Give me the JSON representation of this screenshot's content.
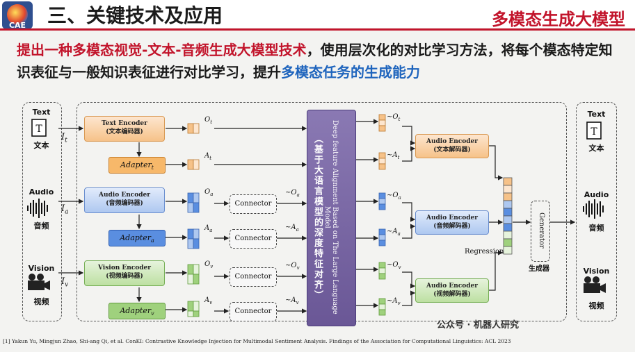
{
  "header": {
    "logo_text": "CAE",
    "section_title": "三、关键技术及应用",
    "brand_title": "多模态生成大模型"
  },
  "subtitle": {
    "part1": "提出一种多模态视觉-文本-音频生成大模型技术",
    "part2": "，使用层次化的对比学习方法，将每个模态特定知识表征与一般知识表征进行对比学习，提升",
    "part3": "多模态任务的生成能力"
  },
  "inputs": {
    "text": {
      "label_en": "Text",
      "label_zh": "文本"
    },
    "audio": {
      "label_en": "Audio",
      "label_zh": "音频"
    },
    "vision": {
      "label_en": "Vision",
      "label_zh": "视频"
    }
  },
  "outputs": {
    "text": {
      "label_en": "Text",
      "label_zh": "文本"
    },
    "audio": {
      "label_en": "Audio",
      "label_zh": "音频"
    },
    "vision": {
      "label_en": "Vision",
      "label_zh": "视频"
    }
  },
  "input_vars": {
    "text": "I",
    "text_sub": "t",
    "audio": "I",
    "audio_sub": "a",
    "vision": "I",
    "vision_sub": "v"
  },
  "encoders": {
    "text": {
      "en": "Text Encoder",
      "zh": "(文本编码器)"
    },
    "audio": {
      "en": "Audio Encoder",
      "zh": "(音频编码器)"
    },
    "vision": {
      "en": "Vision Encoder",
      "zh": "(视频编码器)"
    }
  },
  "adapters": {
    "prefix": "Adapter",
    "text_sub": "t",
    "audio_sub": "a",
    "vision_sub": "v"
  },
  "connector_label": "Connector",
  "vars": {
    "o_t": "O",
    "a_t": "A",
    "o_a": "O",
    "a_a": "A",
    "o_v": "O",
    "a_v": "A",
    "sub_t": "t",
    "sub_a": "a",
    "sub_v": "v"
  },
  "center_block": {
    "en": "Deep feature Alignment Based on The Large Language Model",
    "zh": "（基于大语言模型的深度特征对齐）"
  },
  "decoders": {
    "text": {
      "en": "Audio Encoder",
      "zh": "(文本解码器)"
    },
    "audio": {
      "en": "Audio Encoder",
      "zh": "(音频解码器)"
    },
    "vision": {
      "en": "Audio Encoder",
      "zh": "(视频解码器)"
    }
  },
  "regression_label": "Regression",
  "generator": {
    "en": "Generator",
    "zh": "生成器"
  },
  "watermark": "公众号 · 机器人研究",
  "footnote": "[1] Yakun Yu, Mingjun Zhao, Shi-ang Qi, et al. ConKI: Contrastive Knowledge Injection for Multimodal Sentiment Analysis. Findings of the Association for Computational Linguistics: ACL 2023",
  "colors": {
    "accent_red": "#c2142b",
    "accent_blue": "#1e64bd",
    "center_purple": "#7a68a6"
  }
}
